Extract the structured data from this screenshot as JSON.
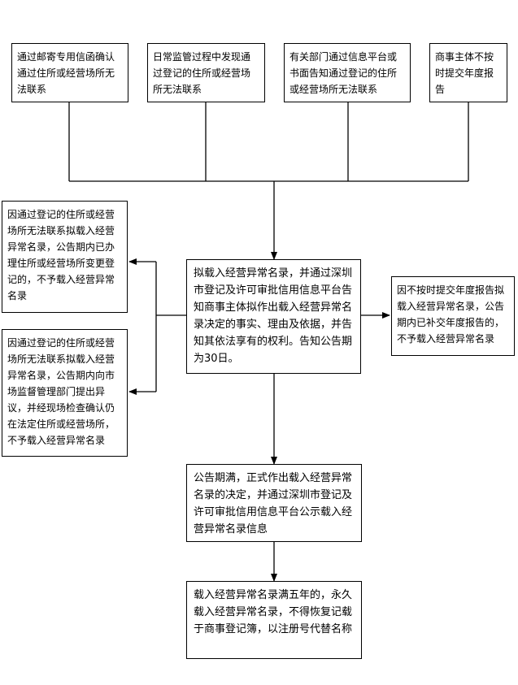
{
  "top_boxes": [
    "通过邮寄专用信函确认通过住所或经营场所无法联系",
    "日常监管过程中发现通过登记的住所或经营场所无法联系",
    "有关部门通过信息平台或书面告知通过登记的住所或经营场所无法联系",
    "商事主体不按时提交年度报告"
  ],
  "center_box": "拟载入经营异常名录，并通过深圳市登记及许可审批信用信息平台告知商事主体拟作出载入经营异常名录决定的事实、理由及依据，并告知其依法享有的权利。告知公告期为30日。",
  "left_box_1": "因通过登记的住所或经营场所无法联系拟载入经营异常名录，公告期内已办理住所或经营场所变更登记的，不予载入经营异常名录",
  "left_box_2": "因通过登记的住所或经营场所无法联系拟载入经营异常名录，公告期内向市场监督管理部门提出异议，并经现场检查确认仍在法定住所或经营场所，不予载入经营异常名录",
  "right_box": "因不按时提交年度报告拟载入经营异常名录，公告期内已补交年度报告的，不予载入经营异常名录",
  "decision_box": "公告期满，正式作出载入经营异常名录的决定，并通过深圳市登记及许可审批信用信息平台公示载入经营异常名录信息",
  "final_box": "载入经营异常名录满五年的，永久载入经营异常名录，不得恢复记载于商事登记簿，以注册号代替名称"
}
